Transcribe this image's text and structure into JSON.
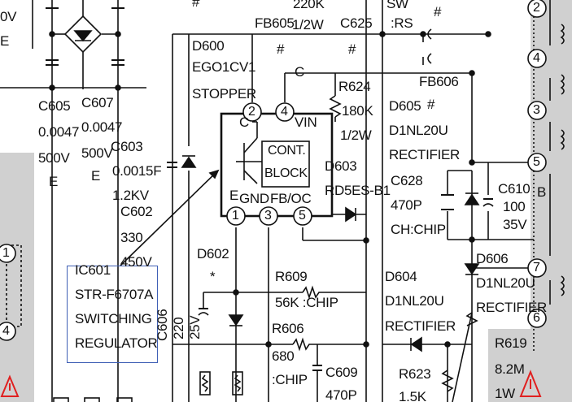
{
  "labels": {
    "top_220k": "220K",
    "top_sw": "SW",
    "fb605": "FB605",
    "fb605_rating": "1/2W",
    "c625": "C625",
    "rs": ":RS",
    "hash": "#",
    "d600": "D600",
    "d600_part": "EGO1CV1",
    "d600_desc": "STOPPER",
    "c605": "C605",
    "c605_val": "0.0047",
    "c605_v": "500V",
    "c605_e": "E",
    "c607": "C607",
    "c607_val": "0.0047",
    "c607_v": "500V",
    "c607_e": "E",
    "c603": "C603",
    "c603_val": "0.0015F",
    "c603_v": "1.2KV",
    "c602": "C602",
    "c602_val": "330",
    "c602_v": "450V",
    "r624": "R624",
    "r624_val": "180K",
    "r624_rating": "1/2W",
    "d605": "D605",
    "d605_part": "D1NL20U",
    "d605_desc": "RECTIFIER",
    "fb606": "FB606",
    "c628": "C628",
    "c628_val": "470P",
    "c628_type": "CH:CHIP",
    "c610": "C610",
    "c610_val": "100",
    "c610_v": "35V",
    "d603": "D603",
    "d603_part": "RD5ES-B1",
    "cont_block_1": "CONT.",
    "cont_block_2": "BLOCK",
    "pin_c": "C",
    "pin_vin": "VIN",
    "pin_e": "E",
    "pin_gnd": "GND",
    "pin_fboc": "FB/OC",
    "ic601": "IC601",
    "ic601_part": "STR-F6707A",
    "ic601_desc1": "SWITCHING",
    "ic601_desc2": "REGULATOR",
    "d602": "D602",
    "star": "*",
    "r609": "R609",
    "r609_val": "56K :CHIP",
    "r606": "R606",
    "r606_val": "680",
    "r606_type": ":CHIP",
    "c609": "C609",
    "c609_val": "470P",
    "c606": "C606",
    "c606_val": "220",
    "c606_v": "25V",
    "d604": "D604",
    "d604_part": "D1NL20U",
    "d604_desc": "RECTIFIER",
    "d606": "D606",
    "d606_part": "D1NL20U",
    "d606_desc": "RECTIFIER",
    "r623": "R623",
    "r623_val": "1.5K",
    "r619": "R619",
    "r619_val": "8.2M",
    "r619_rating": "1W",
    "left_v": "0V",
    "left_e": "E",
    "pin_b": "B",
    "pin_1": "1",
    "pin_2": "2",
    "pin_3": "3",
    "pin_4": "4",
    "pin_5": "5",
    "xfmr_2": "2",
    "xfmr_3": "3",
    "xfmr_4": "4",
    "xfmr_5": "5",
    "xfmr_6": "6",
    "xfmr_7": "7",
    "left_pin_1": "1",
    "left_pin_4": "4",
    "chip_c": "C"
  },
  "colors": {
    "line": "#111111",
    "gray_panel": "#d0d0d0",
    "callout": "#3f5fb5",
    "warning": "#e02020"
  }
}
